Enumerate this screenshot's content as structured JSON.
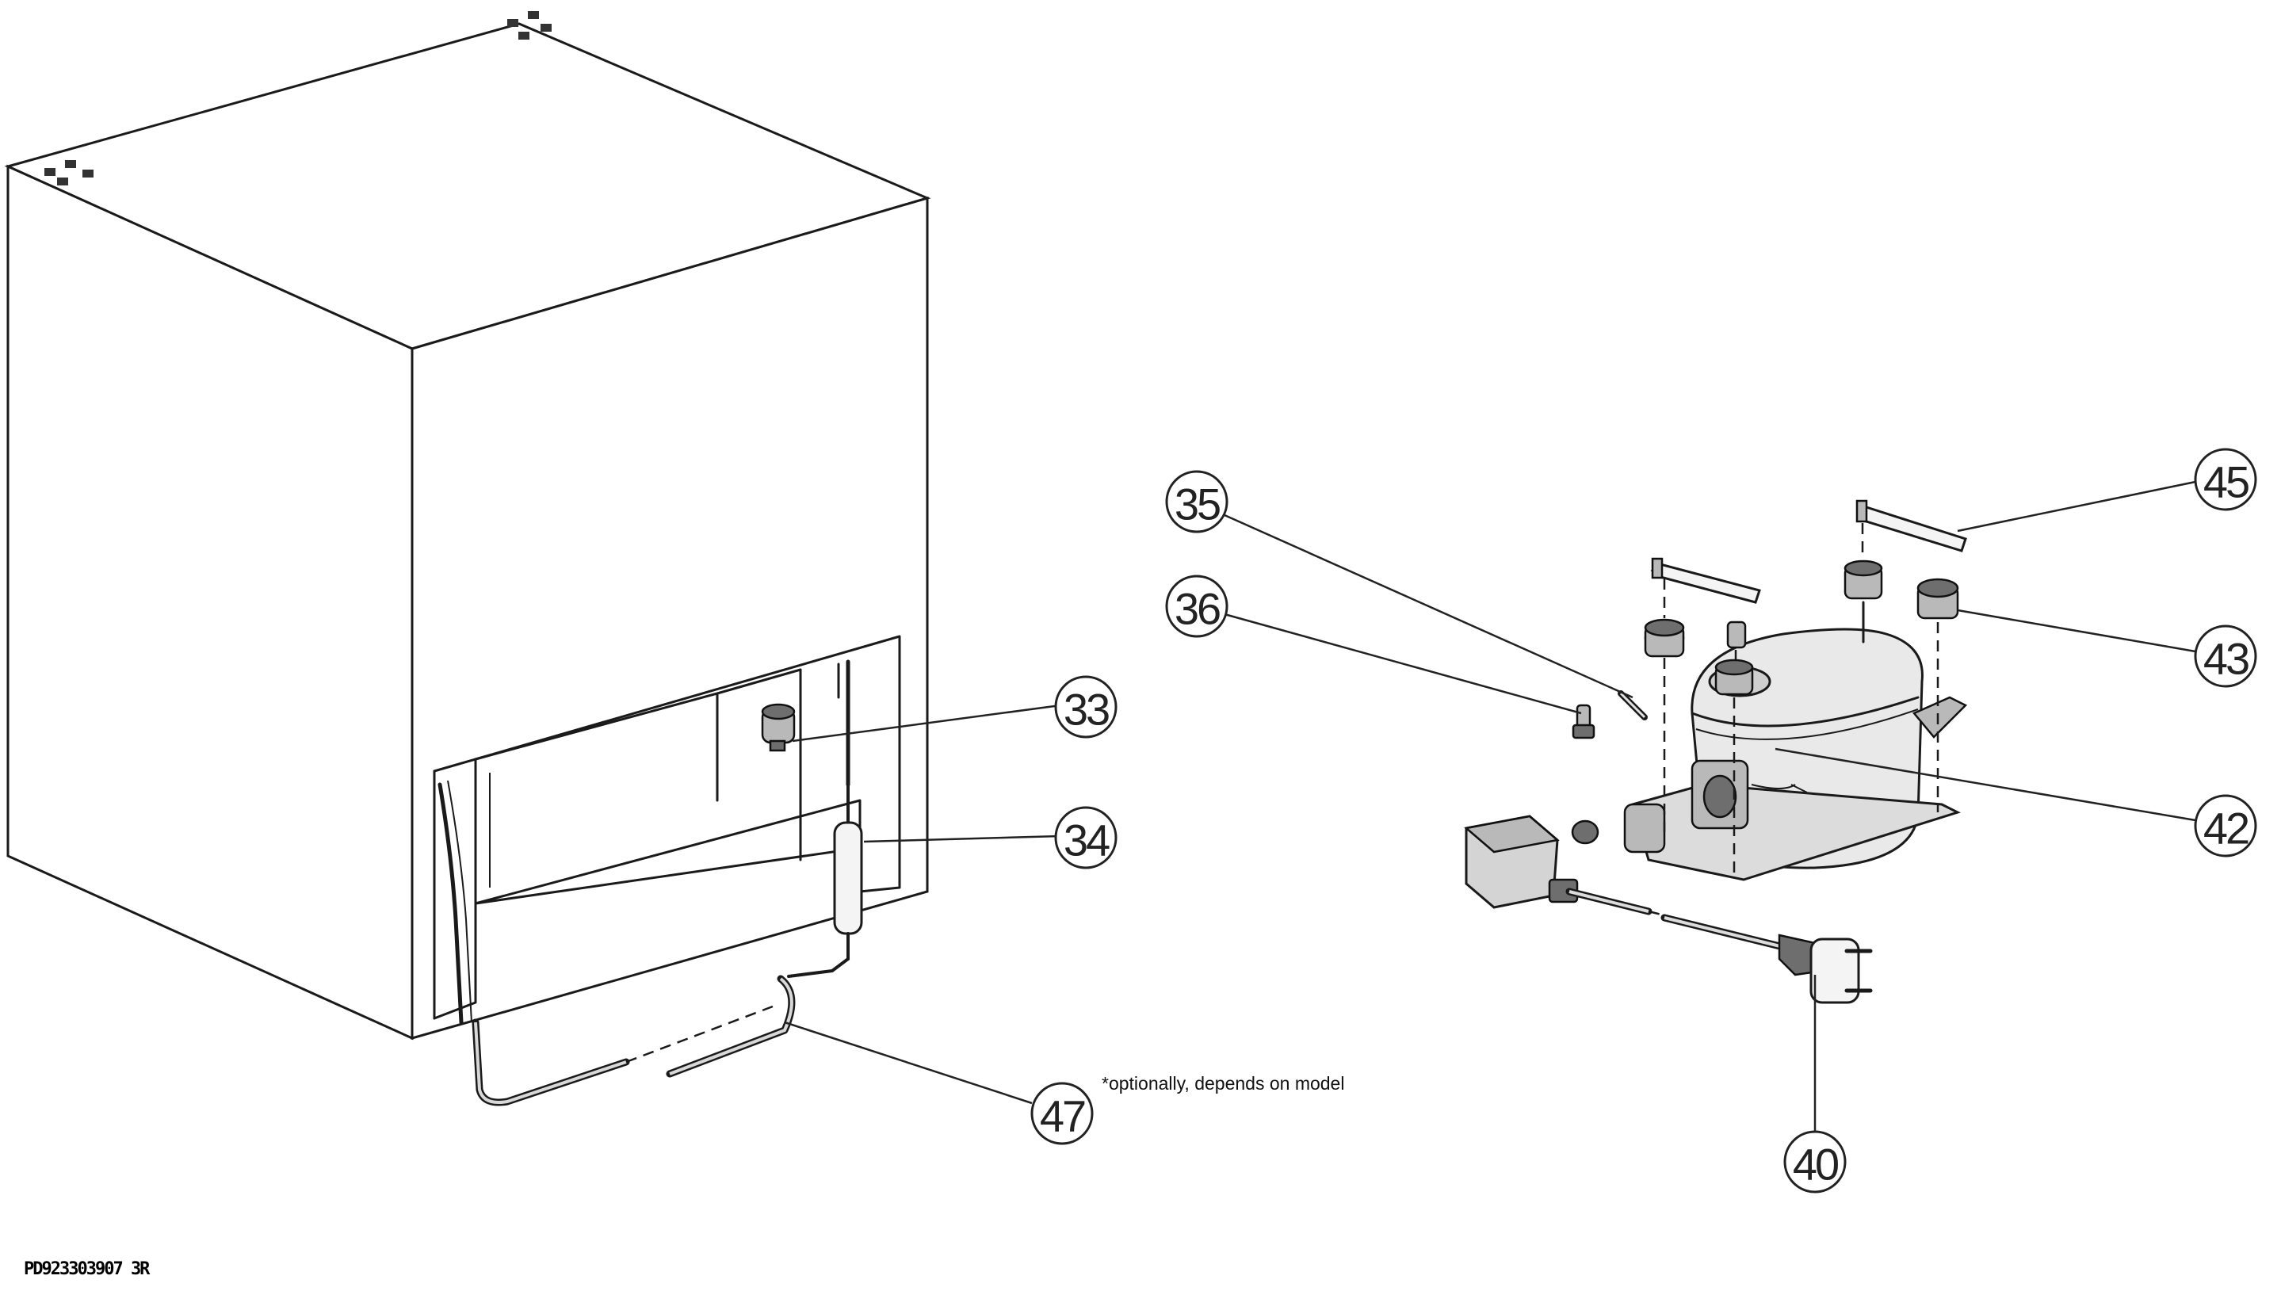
{
  "callouts": {
    "c33": "33",
    "c34": "34",
    "c35": "35",
    "c36": "36",
    "c40": "40",
    "c42": "42",
    "c43": "43",
    "c45": "45",
    "c47": "47"
  },
  "note": "*optionally, depends on model",
  "drawing_code": "PD923303907 3R"
}
